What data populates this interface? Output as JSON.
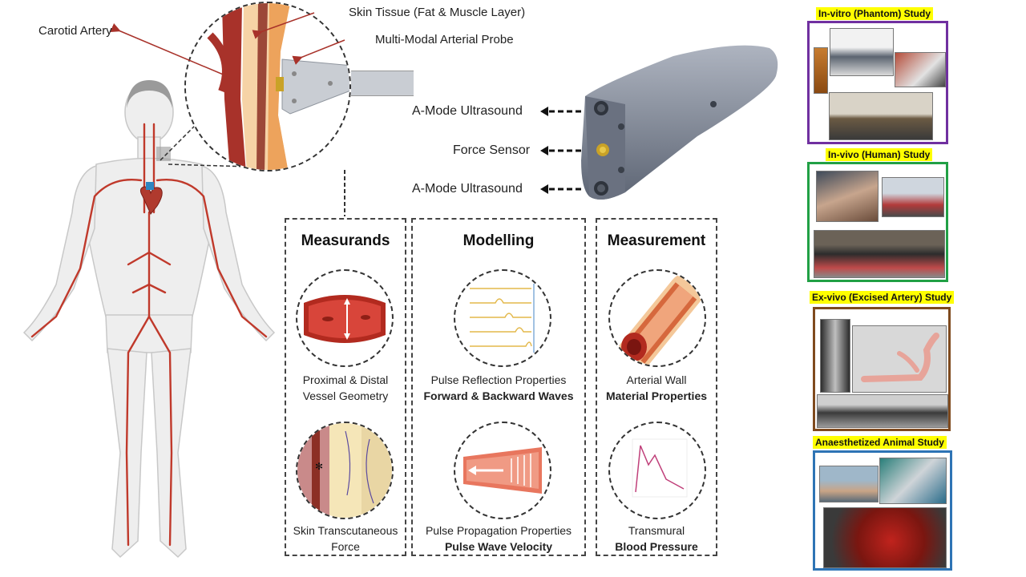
{
  "labels": {
    "carotid_artery": "Carotid Artery",
    "skin_tissue": "Skin Tissue (Fat & Muscle Layer)",
    "probe": "Multi-Modal Arterial Probe"
  },
  "probe_labels": {
    "a_mode_top": "A-Mode Ultrasound",
    "force_sensor": "Force Sensor",
    "a_mode_bottom": "A-Mode Ultrasound"
  },
  "panels": {
    "measurands": {
      "title": "Measurands",
      "item1_line1": "Proximal & Distal",
      "item1_line2": "Vessel Geometry",
      "item2_line1": "Skin Transcutaneous",
      "item2_line2": "Force"
    },
    "modelling": {
      "title": "Modelling",
      "item1_line1": "Pulse Reflection Properties",
      "item1_line2": "Forward & Backward Waves",
      "item2_line1": "Pulse Propagation Properties",
      "item2_line2": "Pulse Wave Velocity"
    },
    "measurement": {
      "title": "Measurement",
      "item1_line1": "Arterial Wall",
      "item1_line2": "Material Properties",
      "item2_line1": "Transmural",
      "item2_line2": "Blood Pressure"
    }
  },
  "studies": [
    {
      "title": "In-vitro (Phantom) Study",
      "color": "#7030a0"
    },
    {
      "title": "In-vivo (Human) Study",
      "color": "#21a045"
    },
    {
      "title": "Ex-vivo (Excised Artery) Study",
      "color": "#7f4a1e"
    },
    {
      "title": "Anaesthetized Animal Study",
      "color": "#2e74b5"
    }
  ],
  "colors": {
    "artery_red": "#c0392b",
    "probe_gray": "#7d8594",
    "title_highlight": "#ffff00"
  }
}
